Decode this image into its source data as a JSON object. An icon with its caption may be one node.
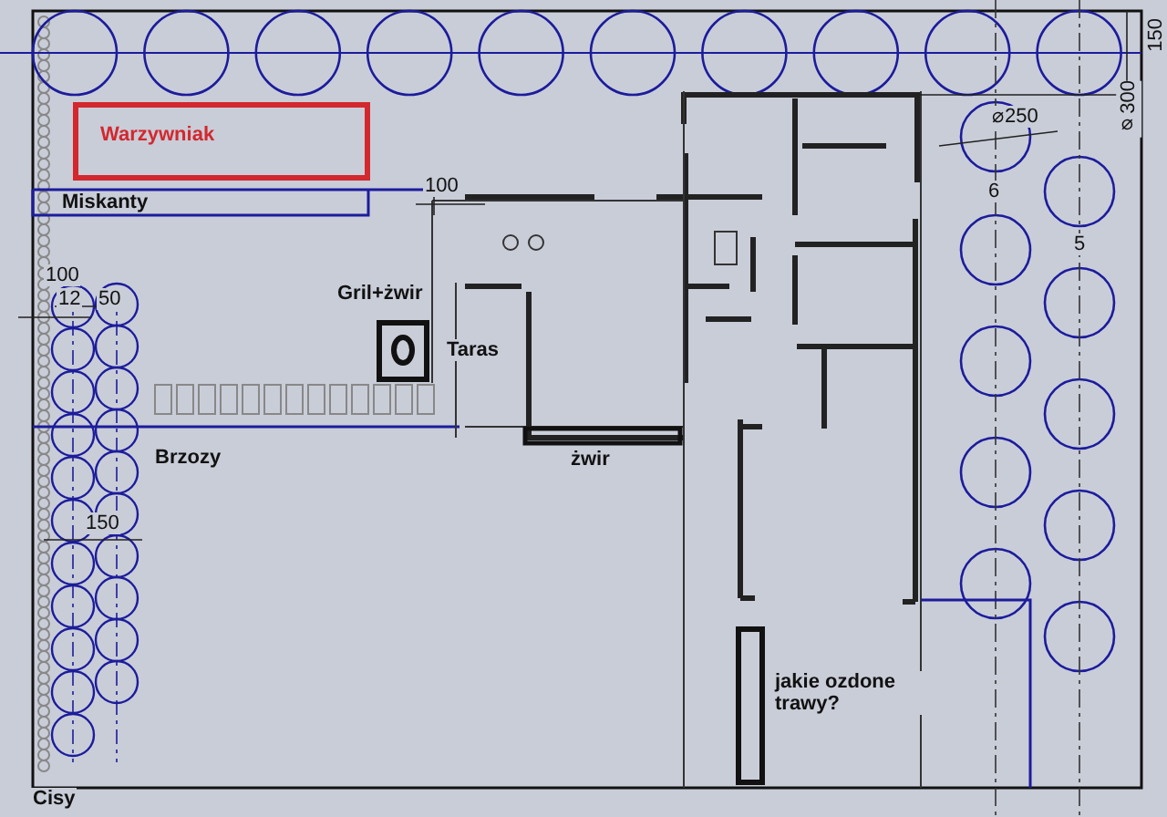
{
  "diagram": {
    "nodes": [
      {
        "text": [
          "Warzywniak"
        ]
      }
    ],
    "labels": [
      "150",
      "⌀300",
      "⌀250",
      "6",
      "5",
      "Miskanty",
      "100",
      "100",
      "12",
      "50",
      "Gril+żwir",
      "Taras",
      "Brzozy",
      "żwir",
      "150",
      "jakie ozdone trawy?",
      "Cisy"
    ]
  }
}
